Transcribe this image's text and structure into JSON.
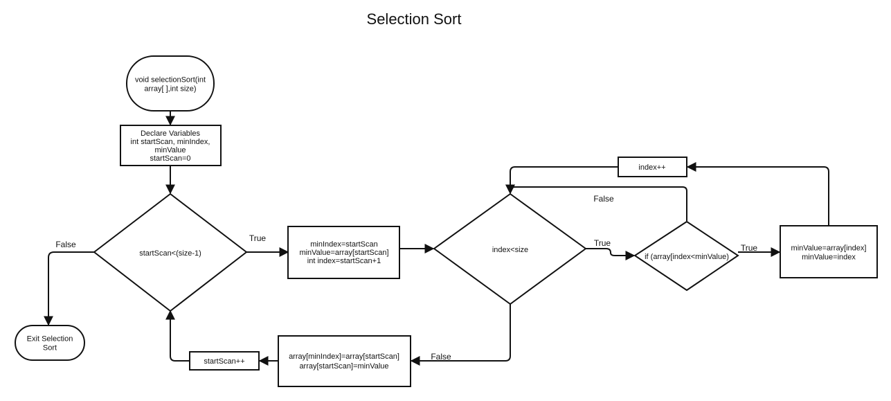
{
  "title": "Selection Sort",
  "nodes": {
    "start": [
      "void selectionSort(int",
      "array[ ],int size)"
    ],
    "declare": [
      "Declare Variables",
      "int startScan, minIndex,",
      "minValue",
      "startScan=0"
    ],
    "outer_cond": [
      "startScan<(size-1)"
    ],
    "init": [
      "minIndex=startScan",
      "minValue=array[startScan]",
      "int index=startScan+1"
    ],
    "inner_cond": [
      "index<size"
    ],
    "if_cond": [
      "if (array[index<minValue)"
    ],
    "update": [
      "minValue=array[index]",
      "minValue=index"
    ],
    "index_inc": [
      "index++"
    ],
    "swap": [
      "array[minIndex]=array[startScan]",
      "array[startScan]=minValue"
    ],
    "scan_inc": [
      "startScan++"
    ],
    "exit": [
      "Exit Selection",
      "Sort"
    ]
  },
  "edge_labels": {
    "outer_false": "False",
    "outer_true": "True",
    "inner_true": "True",
    "if_true": "True",
    "if_false": "False",
    "inner_false": "False"
  },
  "colors": {
    "stroke": "#111111",
    "fill": "#ffffff",
    "text": "#111111"
  }
}
